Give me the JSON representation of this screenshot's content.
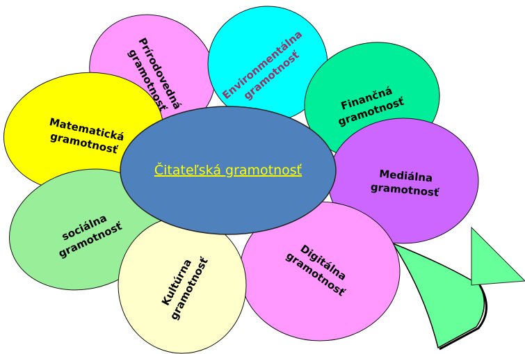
{
  "center": {
    "label": "Čitateľská gramotnosť",
    "color": "#4f81bd"
  },
  "petals": [
    {
      "id": "prirodovedna",
      "line1": "Prírodovedná",
      "line2": "gramotnosť",
      "color": "#ff99ff"
    },
    {
      "id": "environmentalna",
      "line1": "Environmentálna",
      "line2": "gramotnosť",
      "color": "#00ffff"
    },
    {
      "id": "financna",
      "line1": "Finančná",
      "line2": "gramotnosť",
      "color": "#00ee99"
    },
    {
      "id": "matematicka",
      "line1": "Matematická",
      "line2": "gramotnosť",
      "color": "#ffff00"
    },
    {
      "id": "medialna",
      "line1": "Mediálna",
      "line2": "gramotnosť",
      "color": "#cc66ff"
    },
    {
      "id": "socialna",
      "line1": "sociálna",
      "line2": "gramotnosť",
      "color": "#99ee99"
    },
    {
      "id": "kulturna",
      "line1": "Kultúrna",
      "line2": "gramotnosť",
      "color": "#ffffcc"
    },
    {
      "id": "digitalna",
      "line1": "Digitálna",
      "line2": "gramotnosť",
      "color": "#ff99ff"
    }
  ],
  "stem": {
    "color": "#66ff99"
  }
}
